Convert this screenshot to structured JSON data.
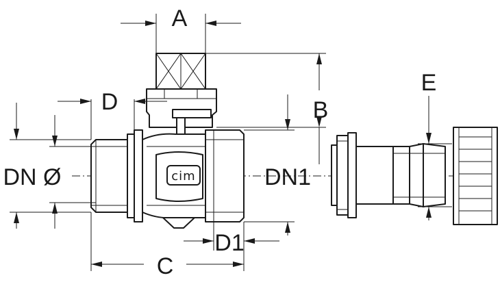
{
  "labels": {
    "a": "A",
    "b": "B",
    "c": "C",
    "d": "D",
    "d1": "D1",
    "e": "E",
    "dn": "DN Ø",
    "dn1": "DN1"
  },
  "brand": "cim",
  "colors": {
    "line": "#1a1a1a",
    "background": "#ffffff"
  }
}
